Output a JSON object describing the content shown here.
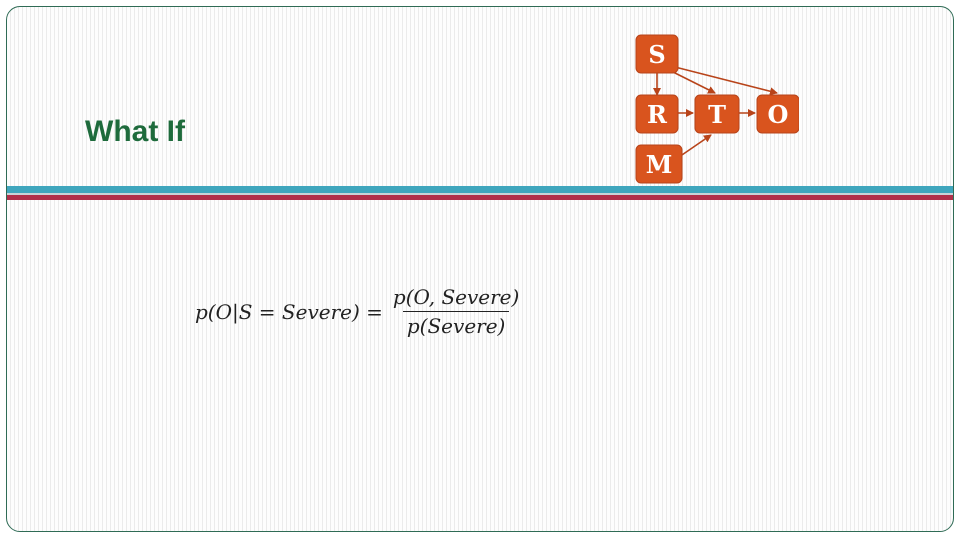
{
  "slide": {
    "title": "What If"
  },
  "diagram": {
    "nodes": [
      {
        "id": "S",
        "label": "S"
      },
      {
        "id": "R",
        "label": "R"
      },
      {
        "id": "T",
        "label": "T"
      },
      {
        "id": "O",
        "label": "O"
      },
      {
        "id": "M",
        "label": "M"
      }
    ],
    "edges": [
      {
        "from": "S",
        "to": "R"
      },
      {
        "from": "S",
        "to": "T"
      },
      {
        "from": "S",
        "to": "O"
      },
      {
        "from": "R",
        "to": "T"
      },
      {
        "from": "T",
        "to": "O"
      },
      {
        "from": "M",
        "to": "T"
      }
    ],
    "colors": {
      "node_fill": "#d9541e",
      "node_text": "#ffffff",
      "edge": "#b8441a"
    }
  },
  "formula": {
    "lhs": "p(O|S = Severe) =",
    "numerator": "p(O, Severe)",
    "denominator": "p(Severe)"
  },
  "colors": {
    "title": "#1e6b3c",
    "bar_blue": "#3fa6bd",
    "bar_red": "#b0304a",
    "border": "#2f6b55"
  }
}
